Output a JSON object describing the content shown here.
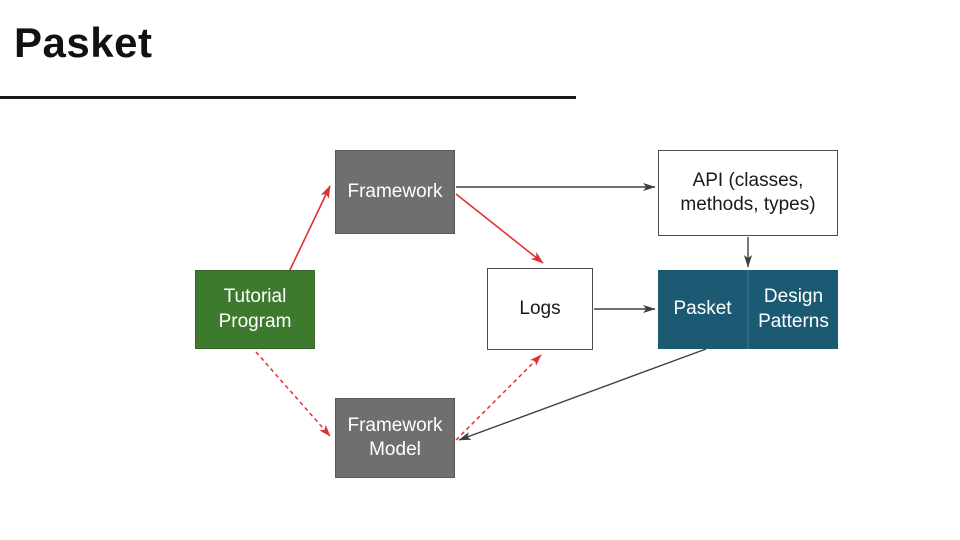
{
  "slide": {
    "title": "Pasket",
    "background_color": "#ffffff"
  },
  "colors": {
    "gray_node": "#706F6F",
    "green_node": "#3E7A2E",
    "teal_node": "#1C5A73",
    "white_node": "#ffffff",
    "node_text_light": "#ffffff",
    "node_text_dark": "#1a1a1a",
    "edge_red": "#e03030",
    "edge_dark": "#404040",
    "title_rule": "#1a1a1a"
  },
  "diagram": {
    "type": "flow-diagram",
    "nodes": [
      {
        "id": "framework",
        "label": "Framework",
        "style": "gray"
      },
      {
        "id": "tutorial",
        "label": "Tutorial\nProgram",
        "line1": "Tutorial",
        "line2": "Program",
        "style": "green"
      },
      {
        "id": "api",
        "label": "API (classes,\nmethods, types)",
        "line1": "API (classes,",
        "line2": "methods, types)",
        "style": "white"
      },
      {
        "id": "logs",
        "label": "Logs",
        "style": "white"
      },
      {
        "id": "pasket",
        "label": "Pasket",
        "style": "teal"
      },
      {
        "id": "design_patterns",
        "label": "Design\nPatterns",
        "line1": "Design",
        "line2": "Patterns",
        "style": "teal"
      },
      {
        "id": "framework_model",
        "label": "Framework\nModel",
        "line1": "Framework",
        "line2": "Model",
        "style": "gray"
      }
    ],
    "edges": [
      {
        "from": "tutorial",
        "to": "framework",
        "color": "#e03030",
        "style": "solid"
      },
      {
        "from": "framework",
        "to": "logs",
        "color": "#e03030",
        "style": "solid"
      },
      {
        "from": "tutorial",
        "to": "framework_model",
        "color": "#e03030",
        "style": "dashed"
      },
      {
        "from": "framework_model",
        "to": "logs",
        "color": "#e03030",
        "style": "dashed"
      },
      {
        "from": "framework",
        "to": "api",
        "color": "#404040",
        "style": "solid"
      },
      {
        "from": "api",
        "to": "pasket",
        "color": "#404040",
        "style": "solid"
      },
      {
        "from": "logs",
        "to": "pasket",
        "color": "#404040",
        "style": "solid"
      },
      {
        "from": "pasket",
        "to": "framework_model",
        "color": "#404040",
        "style": "solid"
      }
    ]
  }
}
